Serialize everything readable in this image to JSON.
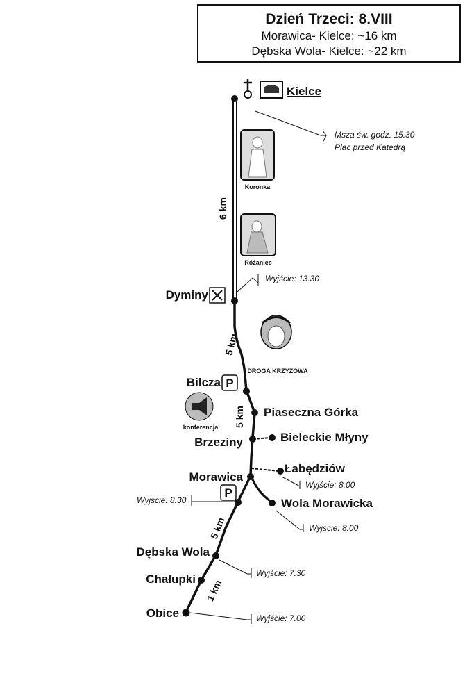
{
  "header": {
    "title": "Dzień Trzeci: 8.VIII",
    "line1": "Morawica- Kielce: ~16 km",
    "line2": "Dębska Wola- Kielce: ~22 km"
  },
  "places": {
    "kielce": "Kielce",
    "dyminy": "Dyminy",
    "bilcza": "Bilcza",
    "piaseczna": "Piaseczna Górka",
    "brzeziny": "Brzeziny",
    "bieleckie": "Bieleckie Młyny",
    "lobedziow": "Łabędziów",
    "morawica": "Morawica",
    "wola": "Wola Morawicka",
    "debska": "Dębska Wola",
    "chalupki": "Chałupki",
    "obice": "Obice"
  },
  "notes": {
    "msza1": "Msza św. godz. 15.30",
    "msza2": "Plac przed Katedrą",
    "dyminy": "Wyjście: 13.30",
    "lobedziow": "Wyjście: 8.00",
    "wola": "Wyjście: 8.00",
    "morawica": "Wyjście: 8.30",
    "debska": "Wyjście: 7.30",
    "obice": "Wyjście: 7.00"
  },
  "icons": {
    "koronka": "Koronka",
    "rozaniec": "Różaniec",
    "droga": "DROGA KRZYŻOWA",
    "konferencja": "konferencja",
    "parking": "P"
  },
  "distances": {
    "d1": "6 km",
    "d2": "5 km",
    "d3": "5 km",
    "d4": "5 km",
    "d5": "1 km"
  }
}
